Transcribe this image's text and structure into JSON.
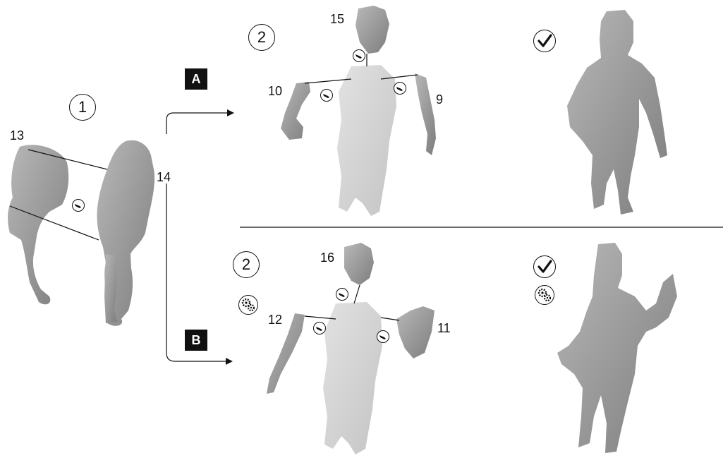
{
  "steps": {
    "step1": "1",
    "step2a": "2",
    "step2b": "2"
  },
  "variants": {
    "a": "A",
    "b": "B"
  },
  "parts": {
    "p13": "13",
    "p14": "14",
    "p15": "15",
    "p10": "10",
    "p9": "9",
    "p16": "16",
    "p12": "12",
    "p11": "11"
  },
  "icons": {
    "glue": "glue-tube-icon",
    "gears": "gears-icon",
    "check": "checkmark-icon"
  },
  "colors": {
    "figure": "#9b9b9b",
    "figure_faded": "#d2d2d2",
    "line": "#111111"
  }
}
